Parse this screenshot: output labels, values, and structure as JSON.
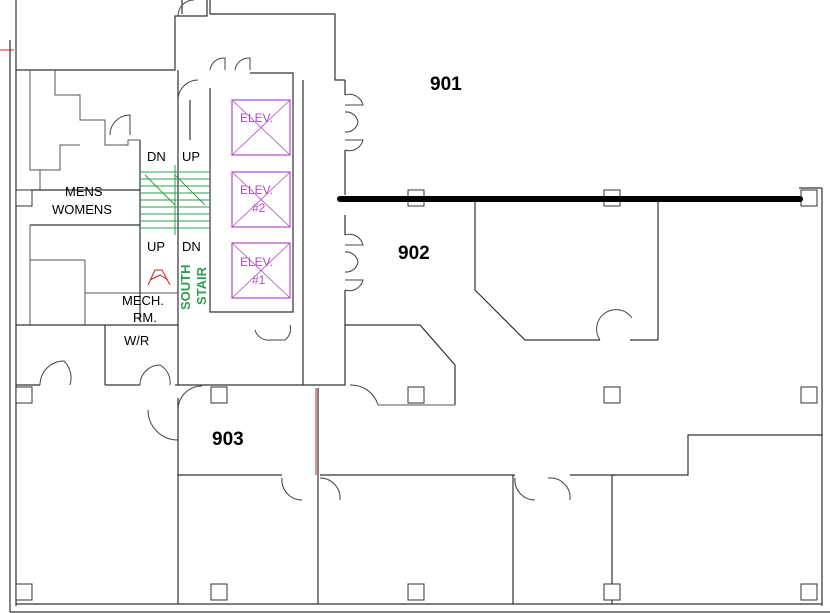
{
  "rooms": {
    "r901": "901",
    "r902": "902",
    "r903": "903"
  },
  "labels": {
    "dn_left": "DN",
    "up_left": "UP",
    "up_bottom_left": "UP",
    "dn_bottom_right": "DN",
    "mens": "MENS",
    "womens": "WOMENS",
    "mech_line1": "MECH.",
    "mech_line2": "RM.",
    "wr": "W/R"
  },
  "elevators": [
    {
      "line1": "ELEV.",
      "line2": ""
    },
    {
      "line1": "ELEV.",
      "line2": "#2"
    },
    {
      "line1": "ELEV.",
      "line2": "#1"
    }
  ],
  "stair": {
    "line1": "SOUTH",
    "line2": "STAIR"
  },
  "colors": {
    "elevator": "#b14bc4",
    "stair": "#2e9e4f",
    "walls": "#333333",
    "redline": "#cc2222",
    "boldline": "#000000"
  }
}
